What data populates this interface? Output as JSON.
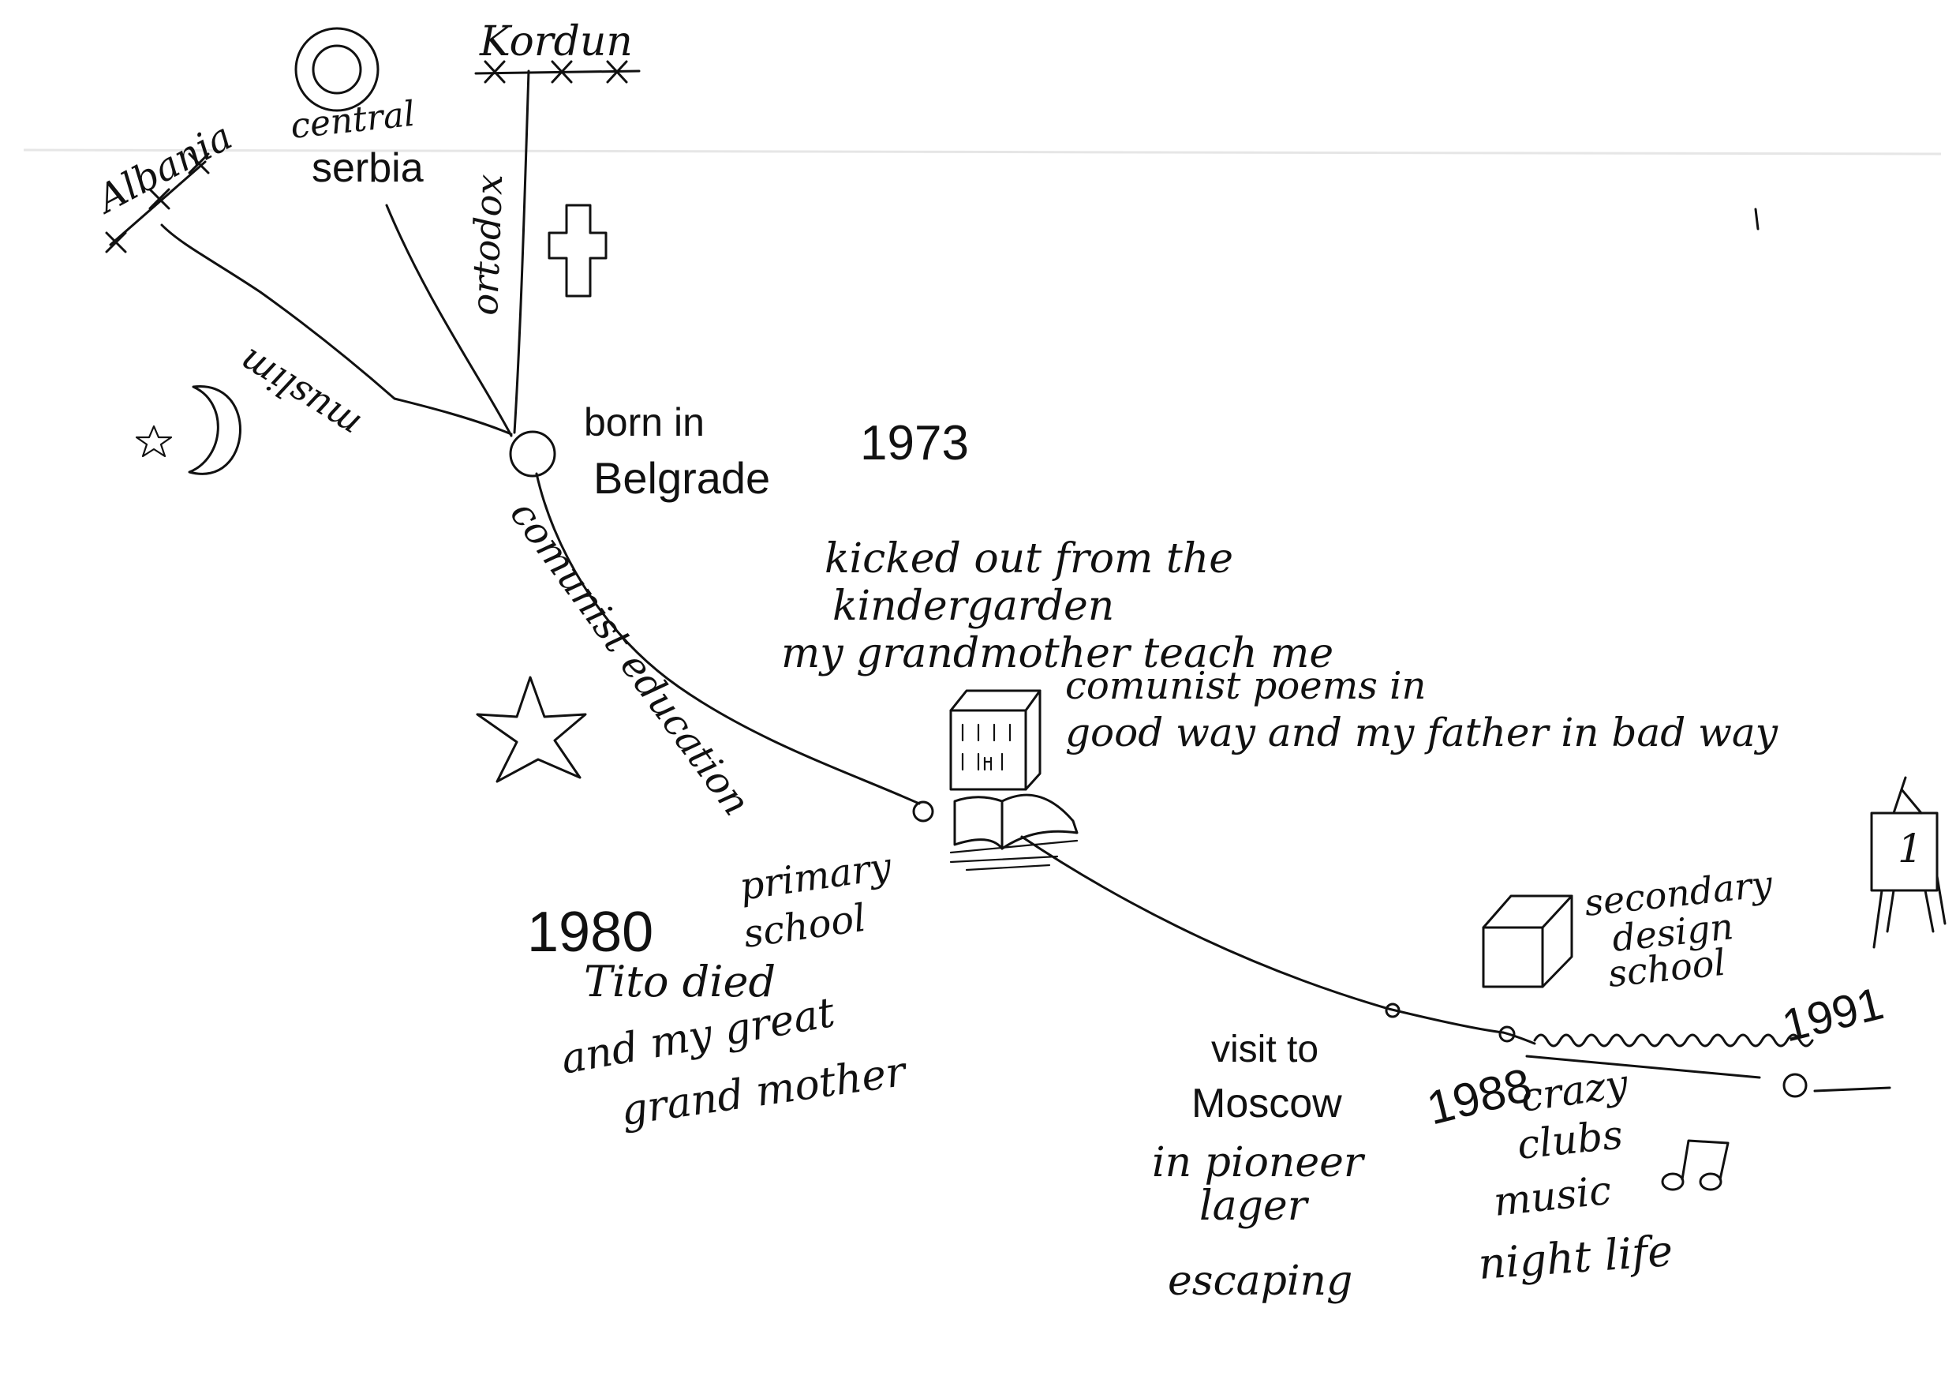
{
  "branches": {
    "albania": "Albania",
    "central_serbia_line1": "central",
    "central_serbia_line2": "serbia",
    "kordun": "Kordun",
    "ortodox": "ortodox",
    "muslim": "muslim"
  },
  "birth": {
    "line1": "born in",
    "line2": "Belgrade",
    "year": "1973"
  },
  "segments": {
    "comunist_education": "comunist education"
  },
  "kindergarden": {
    "line1": "kicked out from the",
    "line2": "kindergarden",
    "line3": "my grandmother teach me",
    "line4": "comunist poems in",
    "line5": "good way and my father in bad way"
  },
  "primary_school": {
    "line1": "primary",
    "line2": "school"
  },
  "event_1980": {
    "year": "1980",
    "line1": "Tito died",
    "line2": "and my great",
    "line3": "grand mother"
  },
  "moscow": {
    "line1": "visit to",
    "line2": "Moscow",
    "line3": "in pioneer",
    "line4": "lager",
    "line5": "escaping"
  },
  "event_1988": {
    "year": "1988",
    "line1": "crazy",
    "line2": "clubs",
    "line3": "music",
    "line4": "night life"
  },
  "secondary_school": {
    "line1": "secondary",
    "line2": "design",
    "line3": "school"
  },
  "event_1991": {
    "year": "1991"
  },
  "easel_mark": "1",
  "icons": [
    "sun-icon",
    "cross-icon",
    "crescent-star-icon",
    "star-icon",
    "building-icon",
    "open-book-icon",
    "cube-icon",
    "music-notes-icon",
    "easel-icon"
  ],
  "ink_color": "#111111"
}
